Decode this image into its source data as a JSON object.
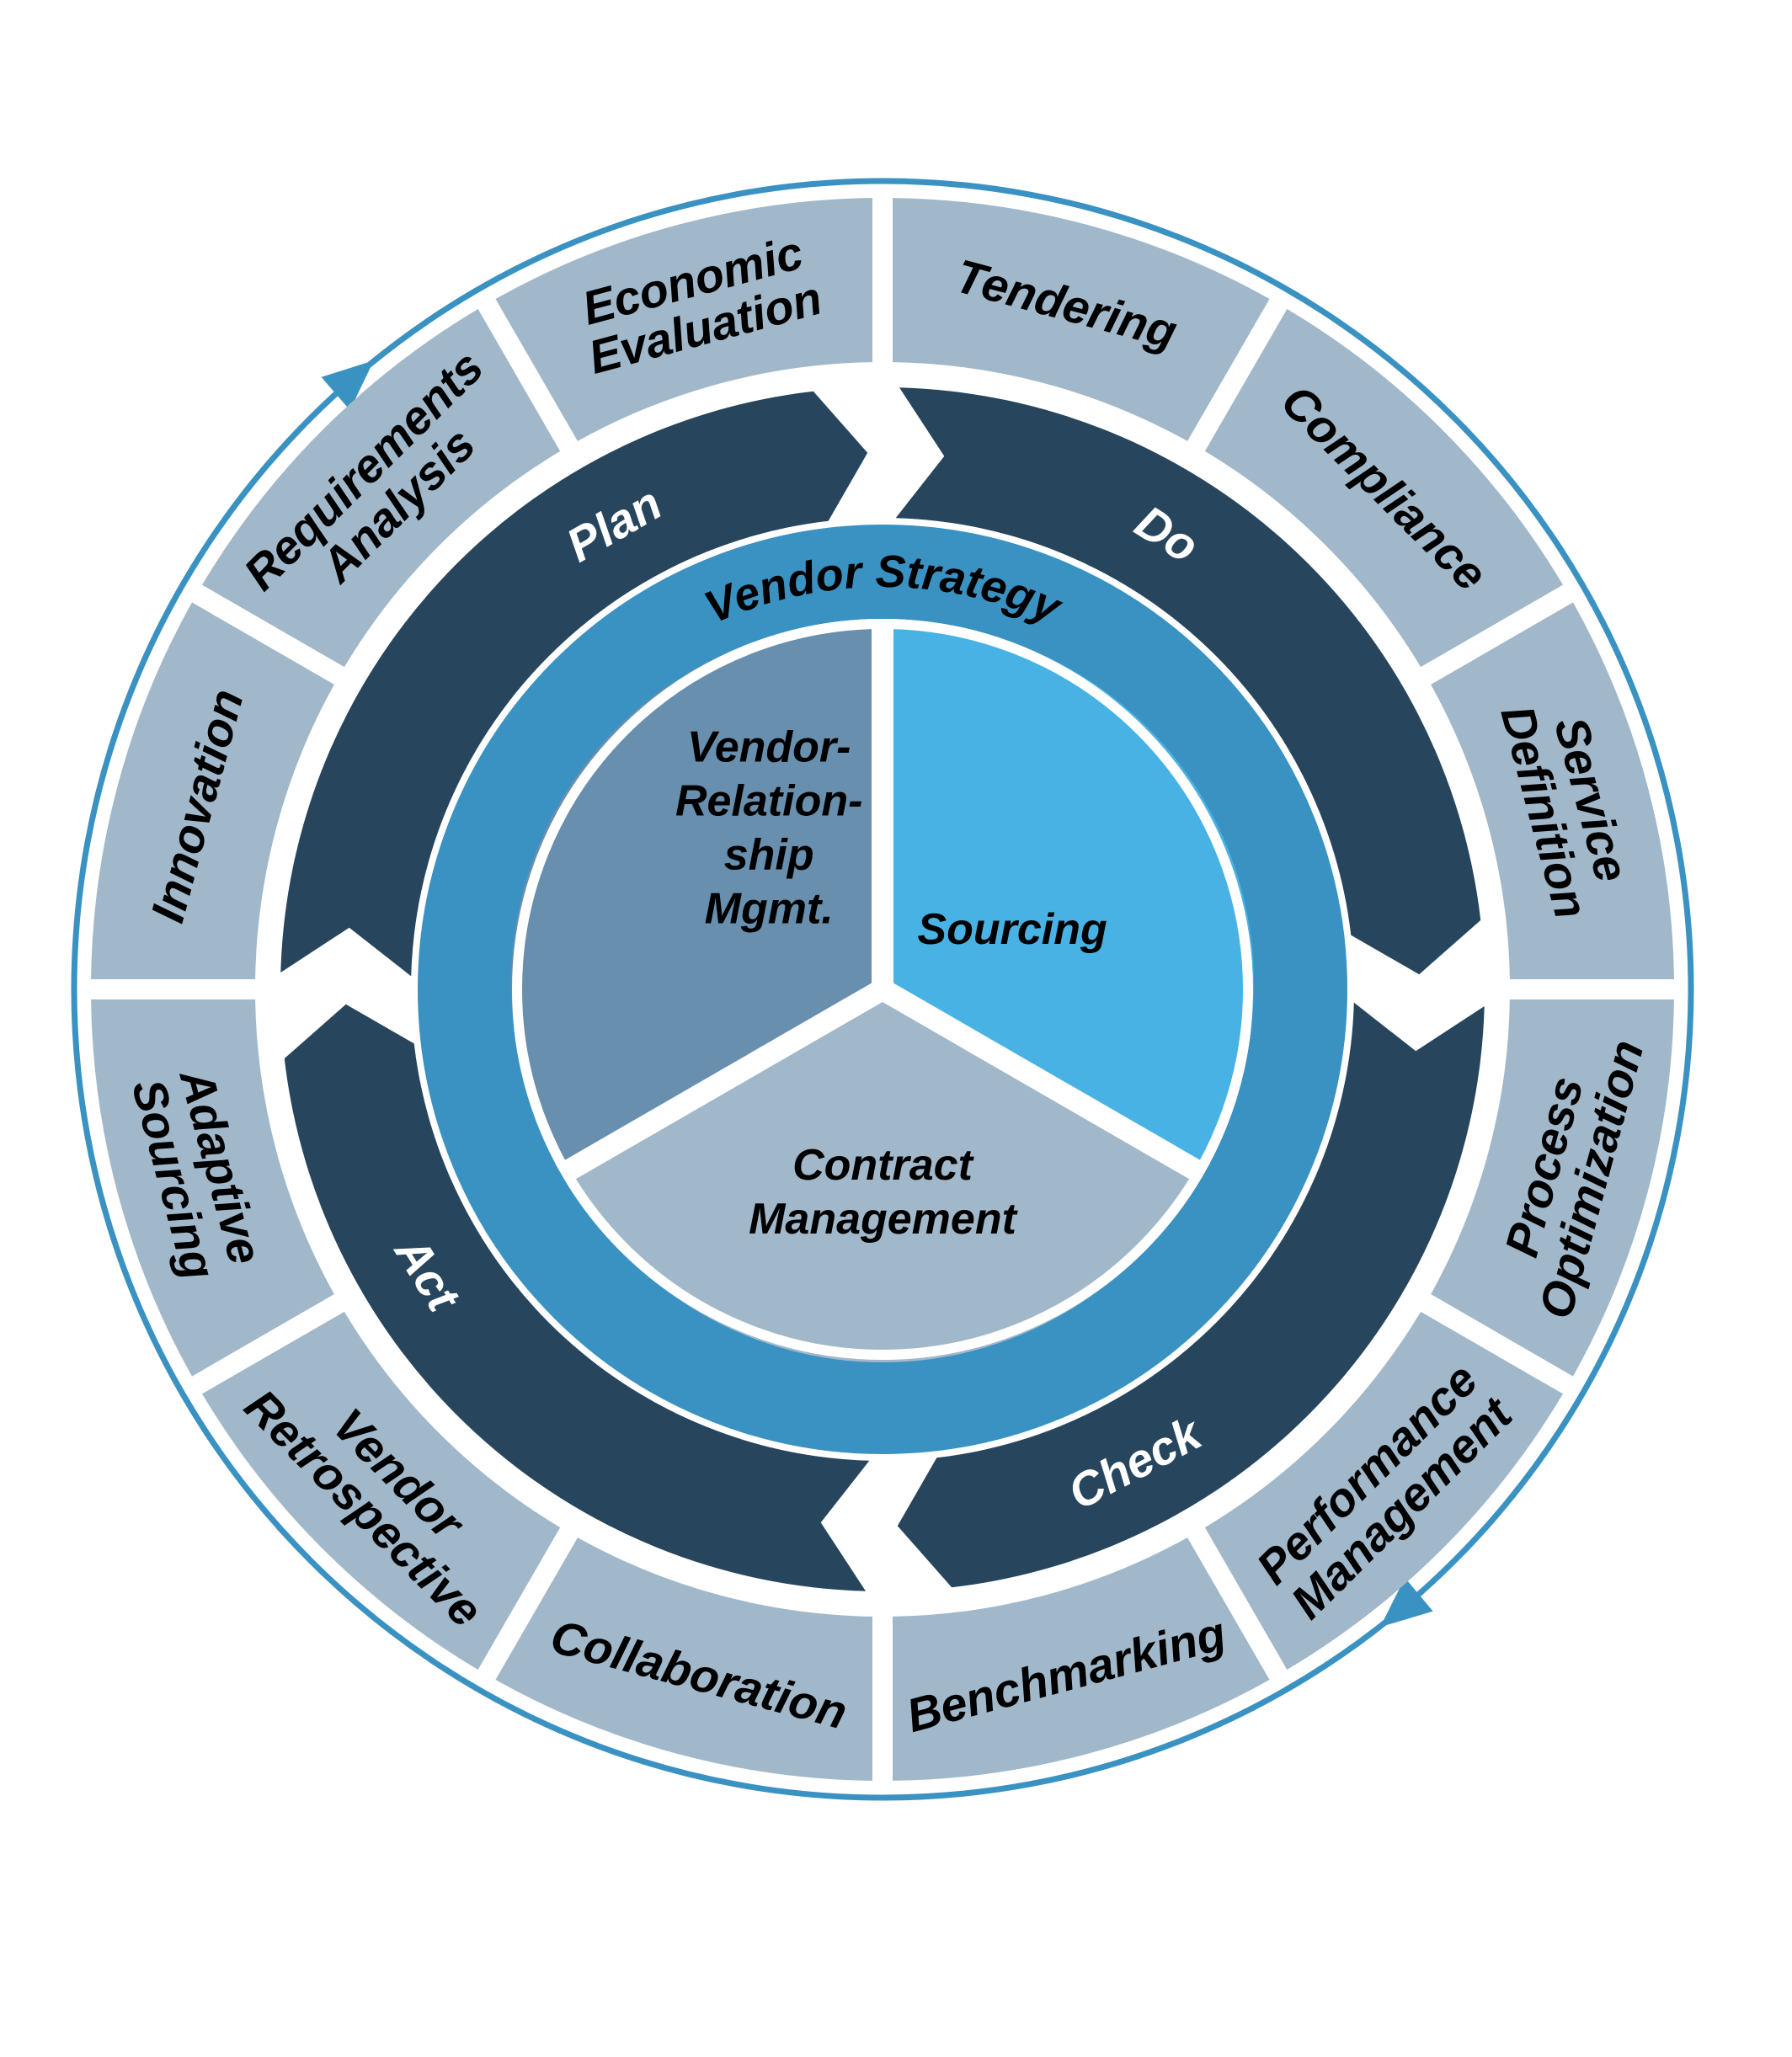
{
  "colors": {
    "outer_segment": "#a1b8ca",
    "cycle_band": "#27465d",
    "strategy_ring": "#3a92c3",
    "vrm_sector": "#688fae",
    "sourcing_sector": "#48b2e5",
    "contract_sector": "#a1b8ca",
    "outer_arrow": "#3a92c3",
    "dark_text": "#000000",
    "light_text": "#ffffff"
  },
  "outer_ring": {
    "segments": [
      {
        "id": "tendering",
        "lines": [
          "Tendering"
        ]
      },
      {
        "id": "compliance",
        "lines": [
          "Compliance"
        ]
      },
      {
        "id": "service-definition",
        "lines": [
          "Service",
          "Definition"
        ]
      },
      {
        "id": "process-optimization",
        "lines": [
          "Process",
          "Optimization"
        ]
      },
      {
        "id": "performance-management",
        "lines": [
          "Performance",
          "Management"
        ]
      },
      {
        "id": "benchmarking",
        "lines": [
          "Benchmarking"
        ]
      },
      {
        "id": "collaboration",
        "lines": [
          "Collaboration"
        ]
      },
      {
        "id": "vendor-retrospective",
        "lines": [
          "Vendor",
          "Retrospective"
        ]
      },
      {
        "id": "adaptive-sourcing",
        "lines": [
          "Adaptive",
          "Sourcing"
        ]
      },
      {
        "id": "innovation",
        "lines": [
          "Innovation"
        ]
      },
      {
        "id": "requirements-analysis",
        "lines": [
          "Requirements",
          "Analysis"
        ]
      },
      {
        "id": "economic-evaluation",
        "lines": [
          "Economic",
          "Evaluation"
        ]
      }
    ]
  },
  "cycle": {
    "phases": [
      {
        "id": "plan",
        "label": "Plan"
      },
      {
        "id": "do",
        "label": "Do"
      },
      {
        "id": "check",
        "label": "Check"
      },
      {
        "id": "act",
        "label": "Act"
      }
    ]
  },
  "strategy_ring": {
    "label": "Vendor Strategy"
  },
  "core": {
    "sectors": [
      {
        "id": "sourcing",
        "lines": [
          "Sourcing"
        ]
      },
      {
        "id": "contract-management",
        "lines": [
          "Contract",
          "Management"
        ]
      },
      {
        "id": "vendor-relationship-mgmt",
        "lines": [
          "Vendor-",
          "Relation-",
          "ship",
          "Mgmt."
        ]
      }
    ]
  }
}
